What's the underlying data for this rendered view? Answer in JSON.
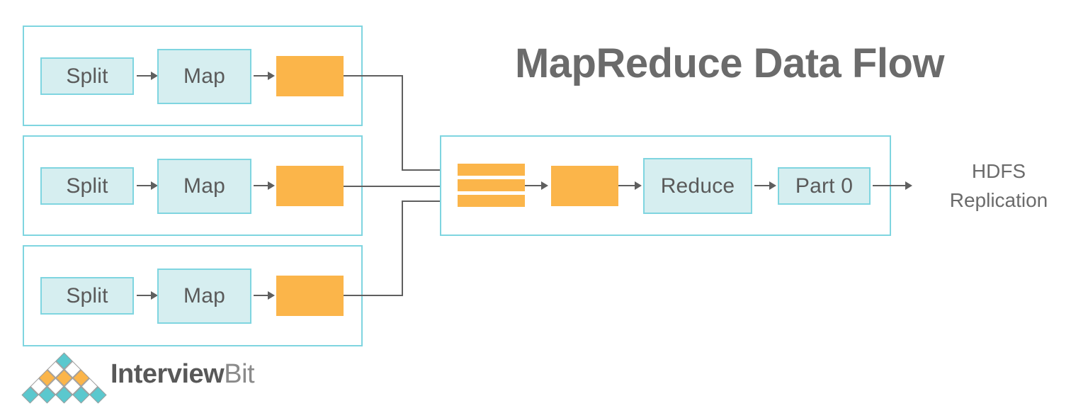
{
  "diagram": {
    "title": "MapReduce Data Flow",
    "output_label_line1": "HDFS",
    "output_label_line2": "Replication",
    "colors": {
      "orange": "#FBB54A",
      "teal_fill": "#D6EEF0",
      "teal_border": "#7FD5E0",
      "logo_teal": "#5BC8CE",
      "text_gray": "#5a5a5a",
      "title_gray": "#6b6b6b",
      "connector_gray": "#5f5f5f"
    },
    "map_rows": [
      {
        "split_label": "Split",
        "map_label": "Map"
      },
      {
        "split_label": "Split",
        "map_label": "Map"
      },
      {
        "split_label": "Split",
        "map_label": "Map"
      }
    ],
    "reduce_stage": {
      "shuffle_bars": 3,
      "reduce_label": "Reduce",
      "part_label": "Part 0"
    }
  },
  "logo": {
    "name_strong": "Interview",
    "name_light": "Bit",
    "mark": "interviewbit-diamond-pyramid"
  }
}
